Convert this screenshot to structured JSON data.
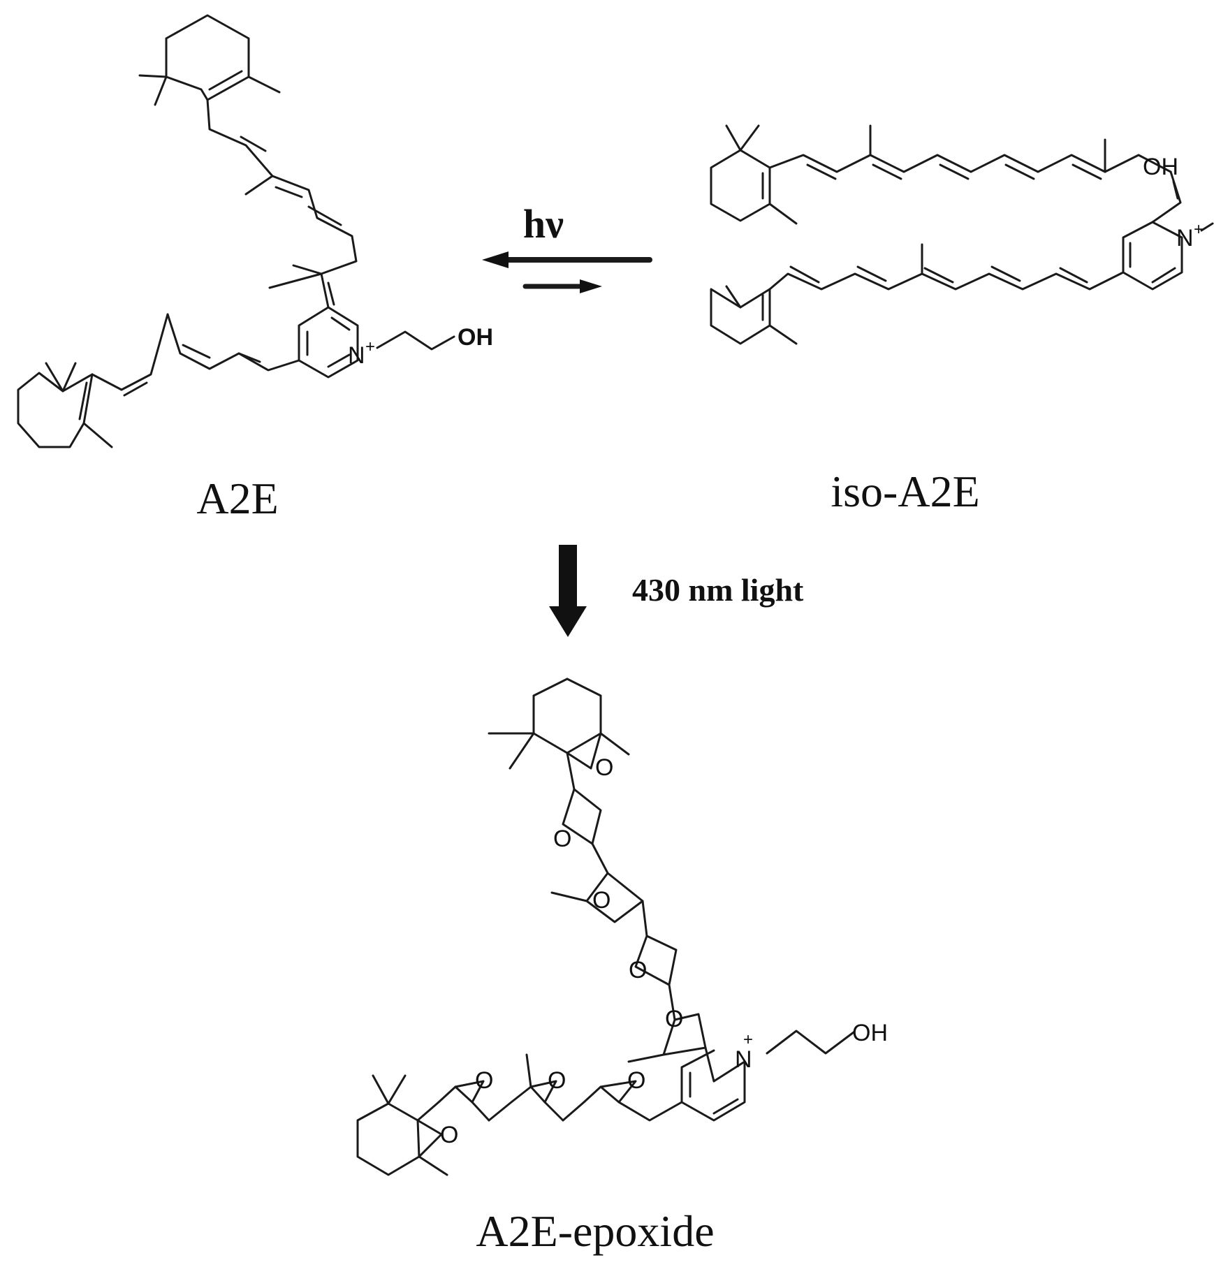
{
  "compounds": {
    "a2e": {
      "name": "A2E"
    },
    "iso_a2e": {
      "name": "iso-A2E"
    },
    "a2e_epoxide": {
      "name": "A2E-epoxide"
    }
  },
  "reactions": {
    "photoisomerization": {
      "label": "hν"
    },
    "photooxidation": {
      "label": "430 nm light"
    }
  },
  "atom_labels": {
    "nitrogen": "N",
    "charge": "+",
    "hydroxyl": "OH",
    "oxygen": "O"
  }
}
